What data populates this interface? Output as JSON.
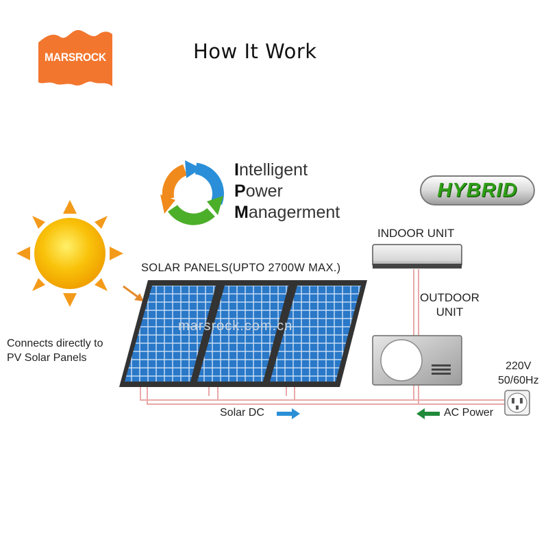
{
  "logo": {
    "text": "MARSROCK",
    "color": "#f2762e"
  },
  "title": "How It Work",
  "ipm": {
    "line1": {
      "cap": "I",
      "rest": "ntelligent"
    },
    "line2": {
      "cap": "P",
      "rest": "ower"
    },
    "line3": {
      "cap": "M",
      "rest": "anagerment"
    },
    "arrow_colors": [
      "#2a8fd8",
      "#4caf2a",
      "#f08a1c"
    ]
  },
  "hybrid": {
    "label": "HYBRID",
    "color": "#2f9e16"
  },
  "labels": {
    "solar_panels": "SOLAR PANELS(UPTO  2700W  MAX.)",
    "indoor_unit": "INDOOR UNIT",
    "outdoor_unit_line1": "OUTDOOR",
    "outdoor_unit_line2": "UNIT",
    "connects": "Connects directly to PV Solar Panels",
    "voltage": "220V",
    "frequency": "50/60Hz",
    "solar_dc": "Solar DC",
    "ac_power": "AC Power"
  },
  "watermark": "marsrock.com.cn",
  "colors": {
    "sun": "#f9b800",
    "sun_rays": "#f39a1a",
    "panel_cell": "#2a78c8",
    "wire": "#e9a8a8",
    "solar_dc_arrow": "#2b8fd6",
    "ac_arrow": "#1f8a3a"
  }
}
